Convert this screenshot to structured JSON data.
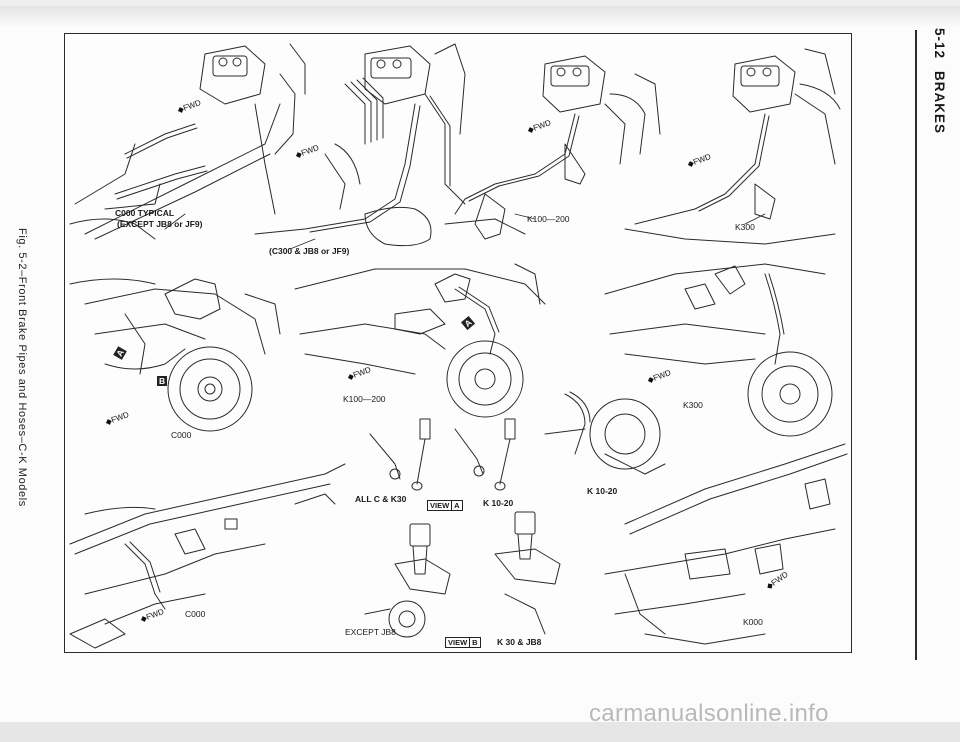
{
  "header": {
    "section": "5-12",
    "title": "BRAKES"
  },
  "caption": "Fig. 5-2–Front Brake Pipes and Hoses–C-K Models",
  "fwd_marker": "FWD",
  "labels": {
    "c000_typical_1": "C000 TYPICAL",
    "c000_typical_2": "(EXCEPT JB8 or JF9)",
    "c300_jb8": "(C300 & JB8 or JF9)",
    "k100_200_top": "K100—200",
    "k300_top": "K300",
    "k100_200_mid": "K100—200",
    "c000_mid": "C000",
    "k300_mid": "K300",
    "all_c_k30": "ALL C & K30",
    "k10_20_view": "K 10-20",
    "k10_20_right": "K 10-20",
    "c000_bottom": "C000",
    "except_jb8": "EXCEPT JB8",
    "k30_jb8": "K 30 & JB8",
    "k000": "K000"
  },
  "views": {
    "view_word": "VIEW",
    "a": "A",
    "b": "B"
  },
  "callouts": {
    "a": "A",
    "b": "B"
  },
  "watermark": "carmanualsonline.info"
}
